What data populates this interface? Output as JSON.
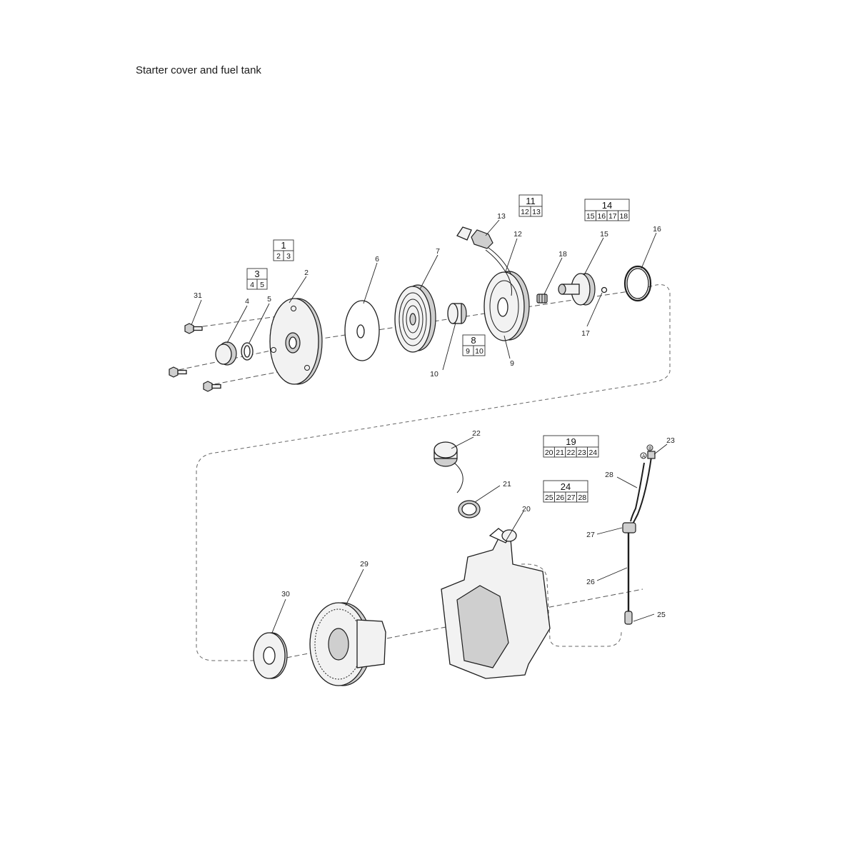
{
  "title": "Starter cover and fuel tank",
  "assembly_boxes": [
    {
      "main": "1",
      "subs": [
        "2",
        "3"
      ]
    },
    {
      "main": "3",
      "subs": [
        "4",
        "5"
      ]
    },
    {
      "main": "8",
      "subs": [
        "9",
        "10"
      ]
    },
    {
      "main": "11",
      "subs": [
        "12",
        "13"
      ]
    },
    {
      "main": "14",
      "subs": [
        "15",
        "16",
        "17",
        "18"
      ]
    },
    {
      "main": "19",
      "subs": [
        "20",
        "21",
        "22",
        "23",
        "24"
      ]
    },
    {
      "main": "24",
      "subs": [
        "25",
        "26",
        "27",
        "28"
      ]
    }
  ],
  "part_labels": [
    "31",
    "4",
    "5",
    "2",
    "6",
    "7",
    "10",
    "9",
    "13",
    "12",
    "18",
    "15",
    "16",
    "17",
    "22",
    "21",
    "20",
    "23",
    "28",
    "27",
    "26",
    "25",
    "29",
    "30"
  ],
  "hose_markers": [
    "A",
    "B"
  ]
}
